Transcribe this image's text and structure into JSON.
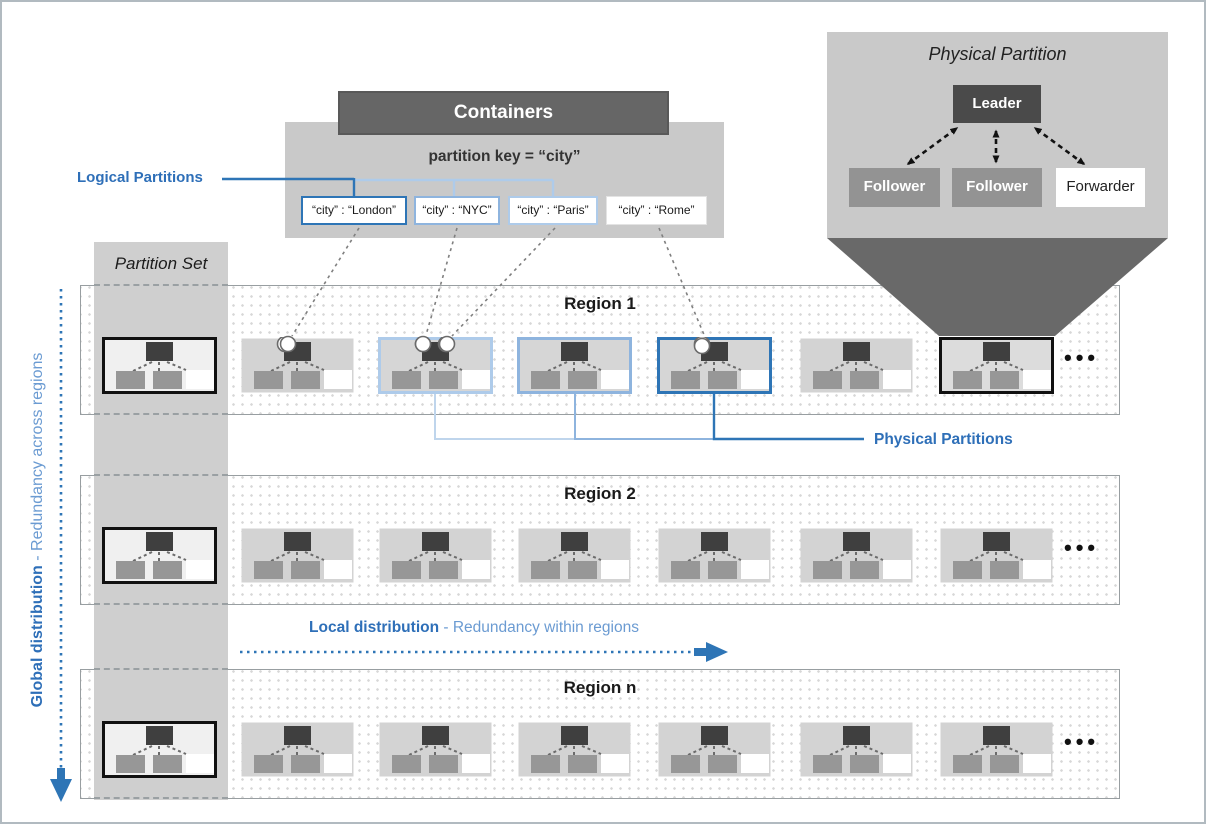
{
  "containers": {
    "title": "Containers",
    "partition_key": "partition key = “city”",
    "logical_partitions": [
      {
        "label": "“city” : “London”",
        "accent": "dark-blue"
      },
      {
        "label": "“city” : “NYC”",
        "accent": "medium-blue"
      },
      {
        "label": "“city” : “Paris”",
        "accent": "light-blue"
      },
      {
        "label": "“city” : “Rome”",
        "accent": "none"
      }
    ]
  },
  "physical_partition_detail": {
    "title": "Physical Partition",
    "leader": "Leader",
    "followers": [
      "Follower",
      "Follower"
    ],
    "forwarder": "Forwarder"
  },
  "partition_set": {
    "title": "Partition Set"
  },
  "annotations": {
    "logical_partitions_label": "Logical Partitions",
    "physical_partitions_label": "Physical Partitions",
    "local_distribution_bold": "Local distribution",
    "local_distribution_rest": " - Redundancy within regions",
    "global_distribution_bold": "Global distribution",
    "global_distribution_rest": " - Redundancy across regions"
  },
  "regions": [
    {
      "name": "Region 1",
      "ellipsis": "•••",
      "partitions": [
        {
          "variant": "set",
          "circles": []
        },
        {
          "variant": "plain",
          "circles": [
            "tl"
          ]
        },
        {
          "variant": "light",
          "circles": [
            "tl",
            "tr"
          ]
        },
        {
          "variant": "medium",
          "circles": []
        },
        {
          "variant": "dark",
          "circles": [
            "tl"
          ]
        },
        {
          "variant": "plain",
          "circles": []
        },
        {
          "variant": "black",
          "circles": []
        }
      ]
    },
    {
      "name": "Region 2",
      "ellipsis": "•••",
      "partitions": [
        {
          "variant": "set",
          "circles": []
        },
        {
          "variant": "plain",
          "circles": []
        },
        {
          "variant": "plain",
          "circles": []
        },
        {
          "variant": "plain",
          "circles": []
        },
        {
          "variant": "plain",
          "circles": []
        },
        {
          "variant": "plain",
          "circles": []
        },
        {
          "variant": "plain",
          "circles": []
        }
      ]
    },
    {
      "name": "Region n",
      "ellipsis": "•••",
      "partitions": [
        {
          "variant": "set",
          "circles": []
        },
        {
          "variant": "plain",
          "circles": []
        },
        {
          "variant": "plain",
          "circles": []
        },
        {
          "variant": "plain",
          "circles": []
        },
        {
          "variant": "plain",
          "circles": []
        },
        {
          "variant": "plain",
          "circles": []
        },
        {
          "variant": "plain",
          "circles": []
        }
      ]
    }
  ],
  "colors": {
    "accent_blue_dark": "#2e75b6",
    "accent_blue_medium": "#8eb4de",
    "accent_blue_light": "#aecbea",
    "label_blue": "#2e6fb8",
    "label_blue_light": "#6b9bd2",
    "panel_gray": "#c9c9c9",
    "column_gray": "#cfcfcf",
    "header_gray": "#666666",
    "leader_dark": "#4a4a4a",
    "follower_gray": "#939393",
    "funnel_gray": "#696969"
  }
}
